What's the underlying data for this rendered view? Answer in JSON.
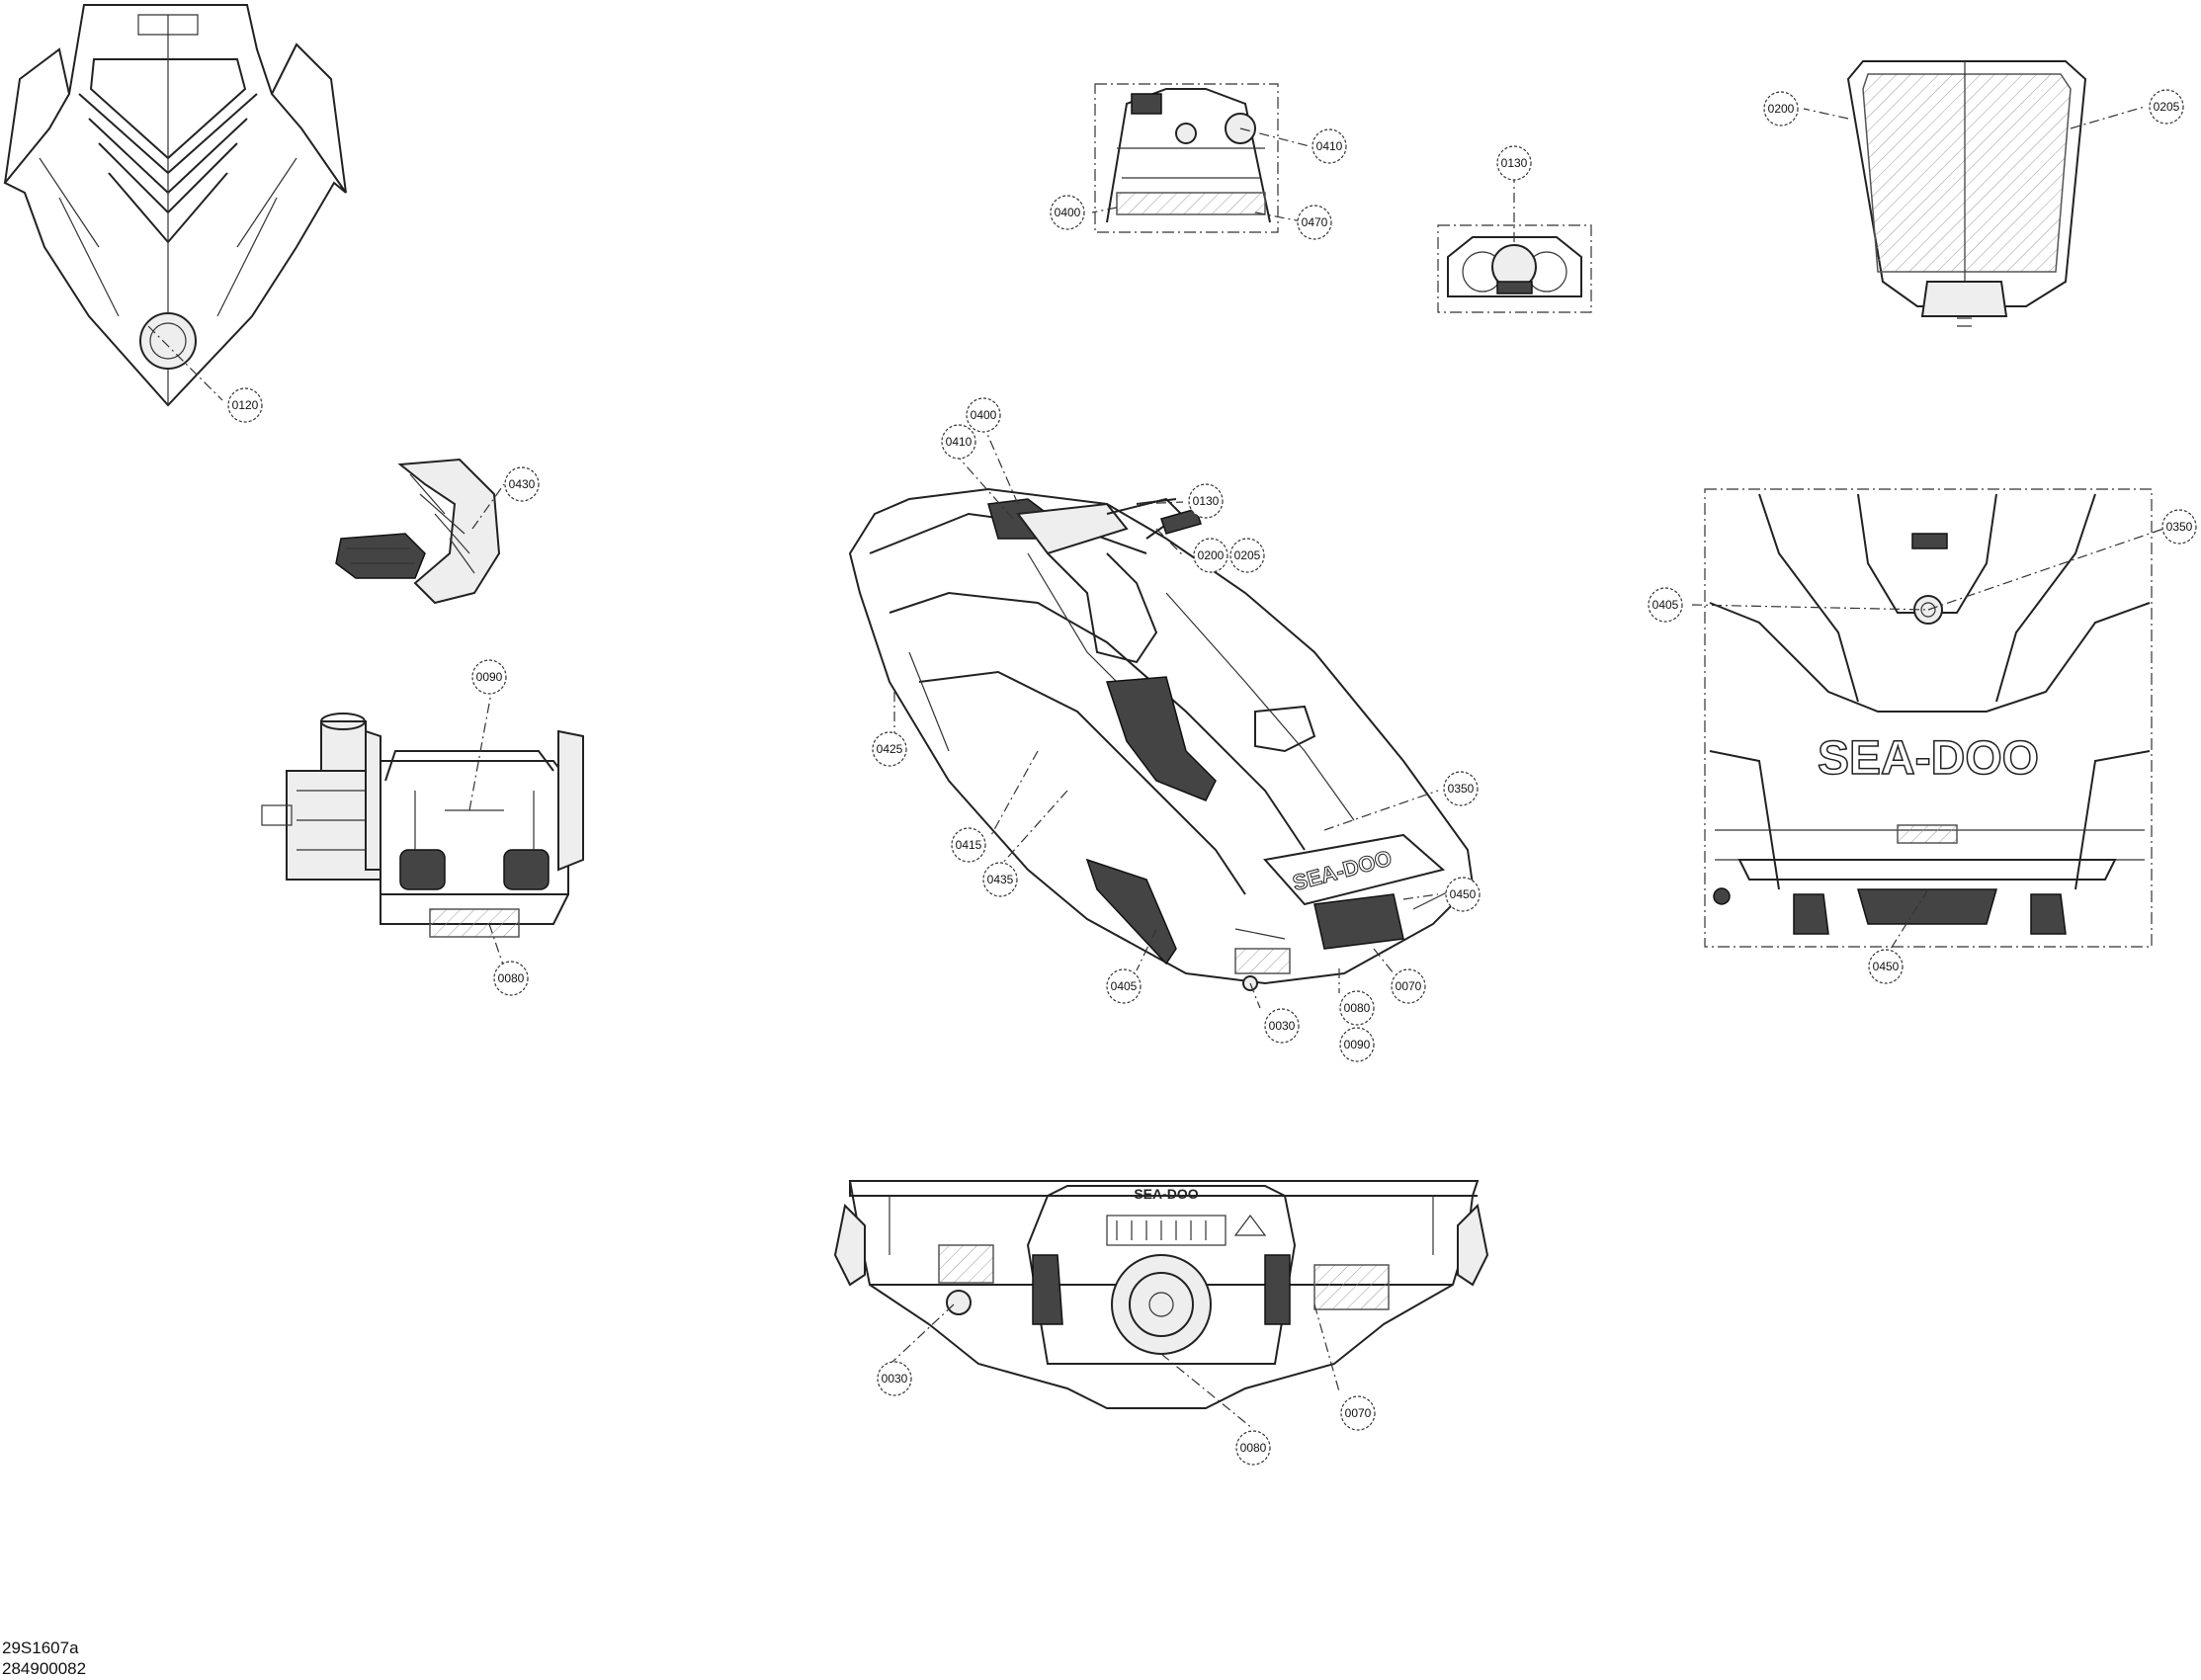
{
  "callouts": [
    {
      "id": "c-0120-hood",
      "label": "0120"
    },
    {
      "id": "c-0430",
      "label": "0430"
    },
    {
      "id": "c-0090-pump",
      "label": "0090"
    },
    {
      "id": "c-0080-pump",
      "label": "0080"
    },
    {
      "id": "c-0410-top",
      "label": "0410"
    },
    {
      "id": "c-0400-top",
      "label": "0400"
    },
    {
      "id": "c-0470",
      "label": "0470"
    },
    {
      "id": "c-0130-top",
      "label": "0130"
    },
    {
      "id": "c-0200-top",
      "label": "0200"
    },
    {
      "id": "c-0205-top",
      "label": "0205"
    },
    {
      "id": "c-0400-main",
      "label": "0400"
    },
    {
      "id": "c-0410-main",
      "label": "0410"
    },
    {
      "id": "c-0130-main",
      "label": "0130"
    },
    {
      "id": "c-0200-main",
      "label": "0200"
    },
    {
      "id": "c-0205-main",
      "label": "0205"
    },
    {
      "id": "c-0425",
      "label": "0425"
    },
    {
      "id": "c-0415",
      "label": "0415"
    },
    {
      "id": "c-0435",
      "label": "0435"
    },
    {
      "id": "c-0350-main",
      "label": "0350"
    },
    {
      "id": "c-0450-main",
      "label": "0450"
    },
    {
      "id": "c-0405-main",
      "label": "0405"
    },
    {
      "id": "c-0030-main",
      "label": "0030"
    },
    {
      "id": "c-0080-main",
      "label": "0080"
    },
    {
      "id": "c-0070-main",
      "label": "0070"
    },
    {
      "id": "c-0090-main",
      "label": "0090"
    },
    {
      "id": "c-0350-rear",
      "label": "0350"
    },
    {
      "id": "c-0405-rear",
      "label": "0405"
    },
    {
      "id": "c-0450-rear",
      "label": "0450"
    },
    {
      "id": "c-0030-bottom",
      "label": "0030"
    },
    {
      "id": "c-0070-bottom",
      "label": "0070"
    },
    {
      "id": "c-0080-bottom",
      "label": "0080"
    }
  ],
  "brand_text": "SEA-DOO",
  "drawing_codes": {
    "figure": "29S1607a",
    "part": "284900082"
  }
}
